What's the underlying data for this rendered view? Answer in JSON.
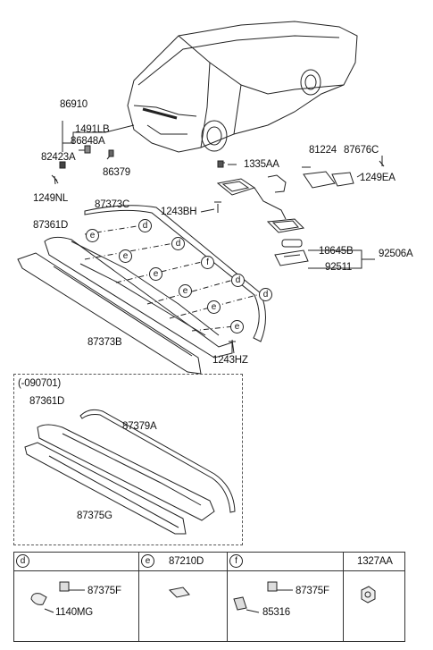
{
  "labels": {
    "p86910": "86910",
    "p1491LB": "1491LB",
    "p86848A": "86848A",
    "p82423A": "82423A",
    "p86379": "86379",
    "p1249NL": "1249NL",
    "p1335AA": "1335AA",
    "p81224": "81224",
    "p87676C": "87676C",
    "p1249EA": "1249EA",
    "p87373C": "87373C",
    "p1243BH": "1243BH",
    "p87361D": "87361D",
    "p18645B": "18645B",
    "p92506A": "92506A",
    "p92511": "92511",
    "p87373B": "87373B",
    "p1243HZ": "1243HZ"
  },
  "variant": {
    "title": "(-090701)",
    "p87361D": "87361D",
    "p87379A": "87379A",
    "p87375G": "87375G"
  },
  "callouts": {
    "d": "d",
    "e": "e",
    "f": "f"
  },
  "table": {
    "col_d_letter": "d",
    "col_e_letter": "e",
    "col_e_part": "87210D",
    "col_f_letter": "f",
    "col_g_part": "1327AA",
    "d_part_a": "87375F",
    "d_part_b": "1140MG",
    "f_part_a": "87375F",
    "f_part_b": "85316"
  }
}
